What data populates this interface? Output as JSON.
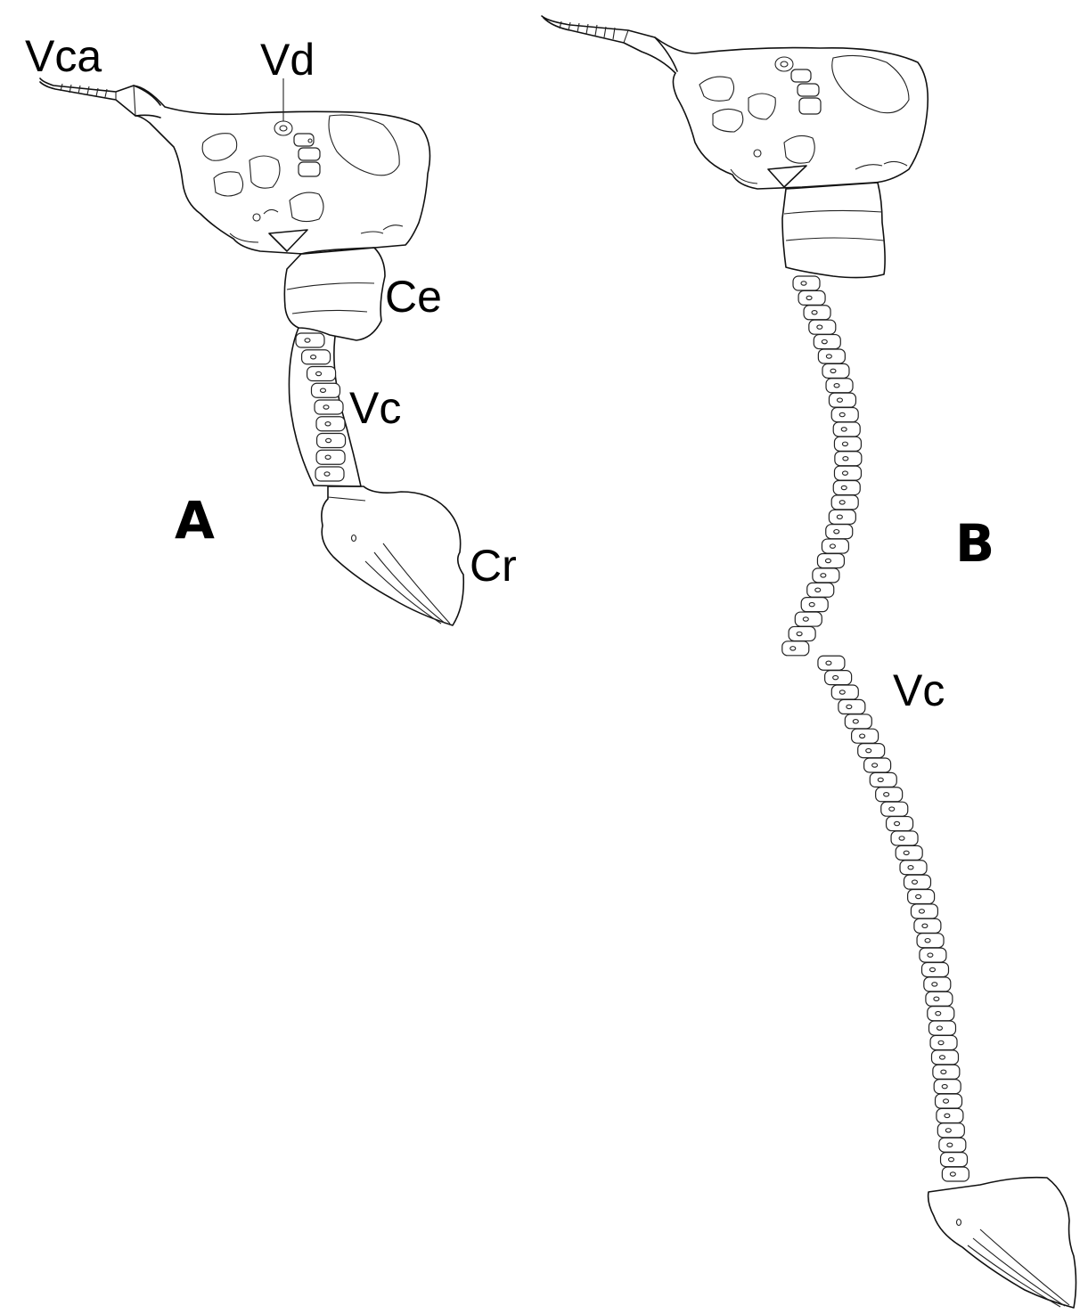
{
  "panel_a": {
    "panel_label": "A",
    "labels": {
      "vca": "Vca",
      "vd": "Vd",
      "ce": "Ce",
      "vc": "Vc",
      "cr": "Cr"
    }
  },
  "panel_b": {
    "panel_label": "B",
    "labels": {
      "vc": "Vc"
    }
  },
  "colors": {
    "line": "#111111",
    "background": "#ffffff"
  }
}
